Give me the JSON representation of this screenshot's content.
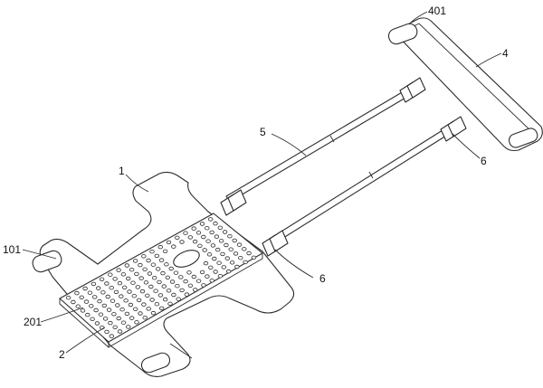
{
  "labels": {
    "part_1": "1",
    "part_101": "101",
    "part_201": "201",
    "part_2": "2",
    "part_4": "4",
    "part_401": "401",
    "part_5": "5",
    "part_6_upper": "6",
    "part_6_lower": "6"
  }
}
